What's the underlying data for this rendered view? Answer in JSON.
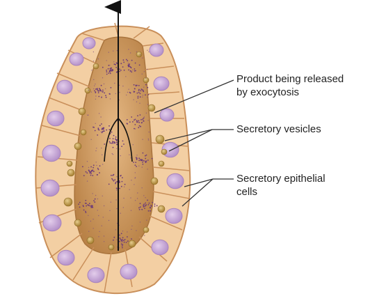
{
  "labels": {
    "exocytosis": {
      "line1": "Product being released",
      "line2": "by exocytosis"
    },
    "vesicles": {
      "text": "Secretory vesicles"
    },
    "cells": {
      "line1": "Secretory epithelial",
      "line2": "cells"
    }
  },
  "colors": {
    "cell_fill": "#f4cfa0",
    "cell_stroke": "#c98f5a",
    "lumen": "#d9a76e",
    "lumen_dark": "#b98247",
    "nucleus": "#c9a6d8",
    "nucleus_stroke": "#a883bd",
    "vesicle": "#c7a45a",
    "product": "#6b3a7a",
    "leader_line": "#333333",
    "arrow": "#111111"
  }
}
